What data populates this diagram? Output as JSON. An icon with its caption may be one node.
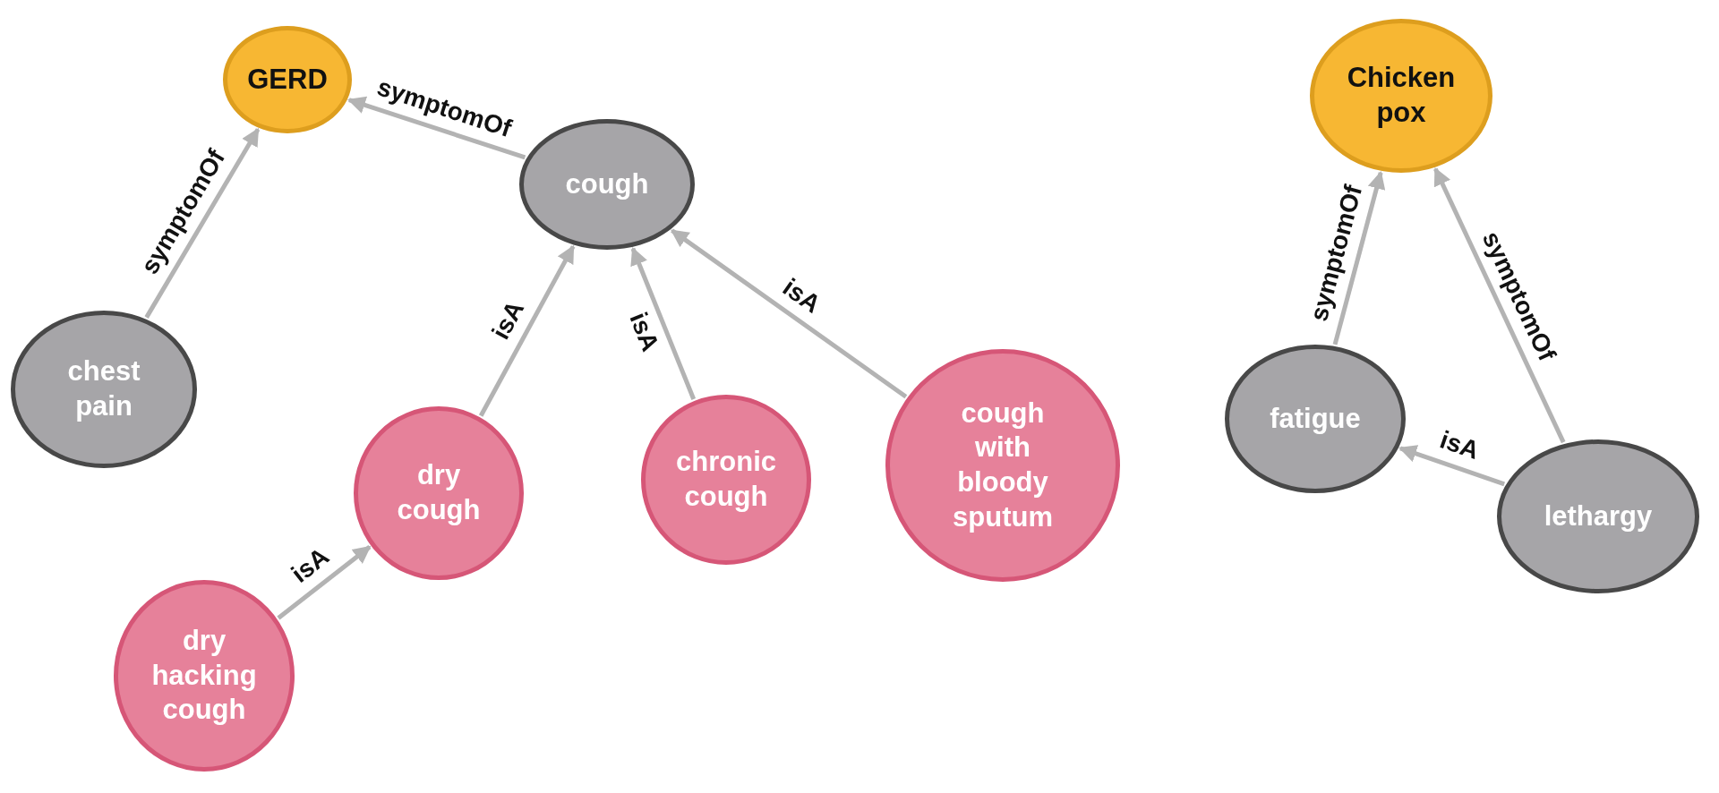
{
  "diagram": {
    "nodes": [
      {
        "text": [
          "GERD"
        ]
      },
      {
        "text": [
          "chest pain"
        ]
      },
      {
        "text": [
          "cough"
        ]
      },
      {
        "text": [
          "dry cough"
        ]
      },
      {
        "text": [
          "chronic cough"
        ]
      },
      {
        "text": [
          "cough with bloody sputum"
        ]
      },
      {
        "text": [
          "dry hacking cough"
        ]
      },
      {
        "text": [
          "Chicken pox"
        ]
      },
      {
        "text": [
          "fatigue"
        ]
      },
      {
        "text": [
          "lethargy"
        ]
      }
    ],
    "edges": [
      {
        "from": 1,
        "to": 0,
        "arrow": "to",
        "label": "symptomOf"
      },
      {
        "from": 2,
        "to": 0,
        "arrow": "to",
        "label": "symptomOf"
      },
      {
        "from": 3,
        "to": 2,
        "arrow": "to",
        "label": "isA"
      },
      {
        "from": 4,
        "to": 2,
        "arrow": "to",
        "label": "isA"
      },
      {
        "from": 5,
        "to": 2,
        "arrow": "to",
        "label": "isA"
      },
      {
        "from": 6,
        "to": 3,
        "arrow": "to",
        "label": "isA"
      },
      {
        "from": 8,
        "to": 7,
        "arrow": "to",
        "label": "symptomOf"
      },
      {
        "from": 9,
        "to": 7,
        "arrow": "to",
        "label": "symptomOf"
      },
      {
        "from": 9,
        "to": 8,
        "arrow": "to",
        "label": "isA"
      }
    ]
  }
}
